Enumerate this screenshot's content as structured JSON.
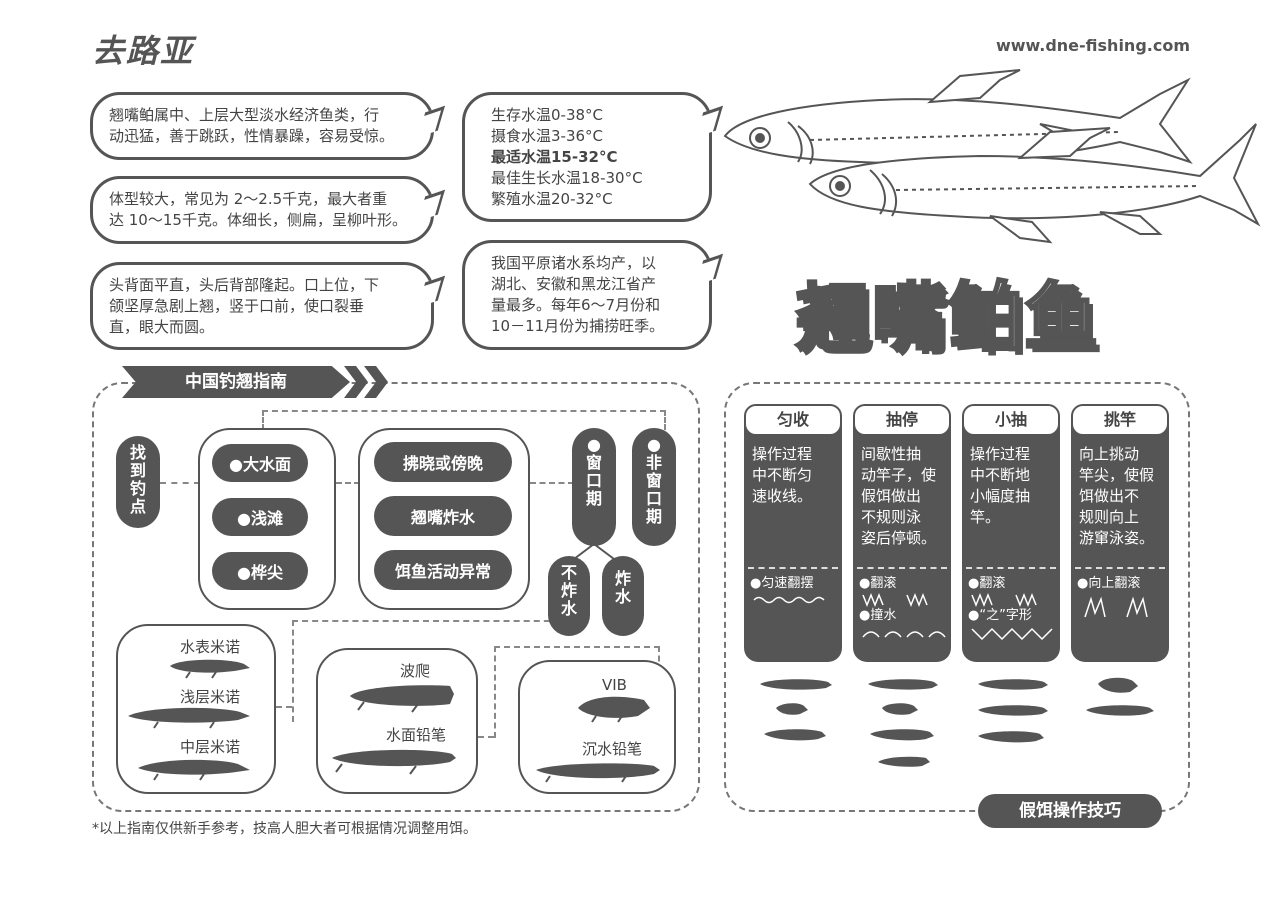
{
  "header": {
    "logo": "去路亚",
    "website": "www.dne-fishing.com"
  },
  "title": "翘嘴鲌鱼",
  "info_left": [
    [
      "翘嘴鲌属中、上层大型淡水经济鱼类，行",
      "动迅猛，善于跳跃，性情暴躁，容易受惊。"
    ],
    [
      "体型较大，常见为 2～2.5千克，最大者重",
      "达 10～15千克。体细长，侧扁，呈柳叶形。"
    ],
    [
      "头背面平直，头后背部隆起。口上位，下",
      "颌坚厚急剧上翘，竖于口前，使口裂垂",
      "直，眼大而圆。"
    ]
  ],
  "water_temp": {
    "survive": "生存水温0-38°C",
    "feed": "摄食水温3-36°C",
    "optimal": "最适水温15-32°C",
    "growth": "最佳生长水温18-30°C",
    "breed": "繁殖水温20-32°C"
  },
  "distribution": [
    "我国平原诸水系均产，以",
    "湖北、安徽和黑龙江省产",
    "量最多。每年6～7月份和",
    "10－11月份为捕捞旺季。"
  ],
  "guide": {
    "banner": "中国钓翘指南",
    "find_spot": [
      "找",
      "到",
      "钓",
      "点"
    ],
    "spots": [
      "●大水面",
      "●浅滩",
      "●桦尖"
    ],
    "times": [
      "拂晓或傍晚",
      "翘嘴炸水",
      "饵鱼活动异常"
    ],
    "window": [
      "●",
      "窗",
      "口",
      "期"
    ],
    "non_window": [
      "●",
      "非",
      "窗",
      "口",
      "期"
    ],
    "no_splash": [
      "不",
      "炸",
      "水"
    ],
    "splash": [
      "炸",
      "水"
    ],
    "lures_a": [
      "水表米诺",
      "浅层米诺",
      "中层米诺"
    ],
    "lures_b": [
      "波爬",
      "水面铅笔"
    ],
    "lures_c": [
      "VIB",
      "沉水铅笔"
    ]
  },
  "techniques": {
    "tab": "假饵操作技巧",
    "cards": [
      {
        "name": "匀收",
        "desc": [
          "操作过程",
          "中不断匀",
          "速收线。"
        ],
        "moves": [
          "●匀速翻摆"
        ]
      },
      {
        "name": "抽停",
        "desc": [
          "间歇性抽",
          "动竿子，使",
          "假饵做出",
          "不规则泳",
          "姿后停顿。"
        ],
        "moves": [
          "●翻滚",
          "●撞水"
        ]
      },
      {
        "name": "小抽",
        "desc": [
          "操作过程",
          "中不断地",
          "小幅度抽",
          "竿。"
        ],
        "moves": [
          "●翻滚",
          "●“之”字形"
        ]
      },
      {
        "name": "挑竿",
        "desc": [
          "向上挑动",
          "竿尖，使假",
          "饵做出不",
          "规则向上",
          "游窜泳姿。"
        ],
        "moves": [
          "●向上翻滚"
        ]
      }
    ]
  },
  "footnote": "*以上指南仅供新手参考，技高人胆大者可根据情况调整用饵。"
}
